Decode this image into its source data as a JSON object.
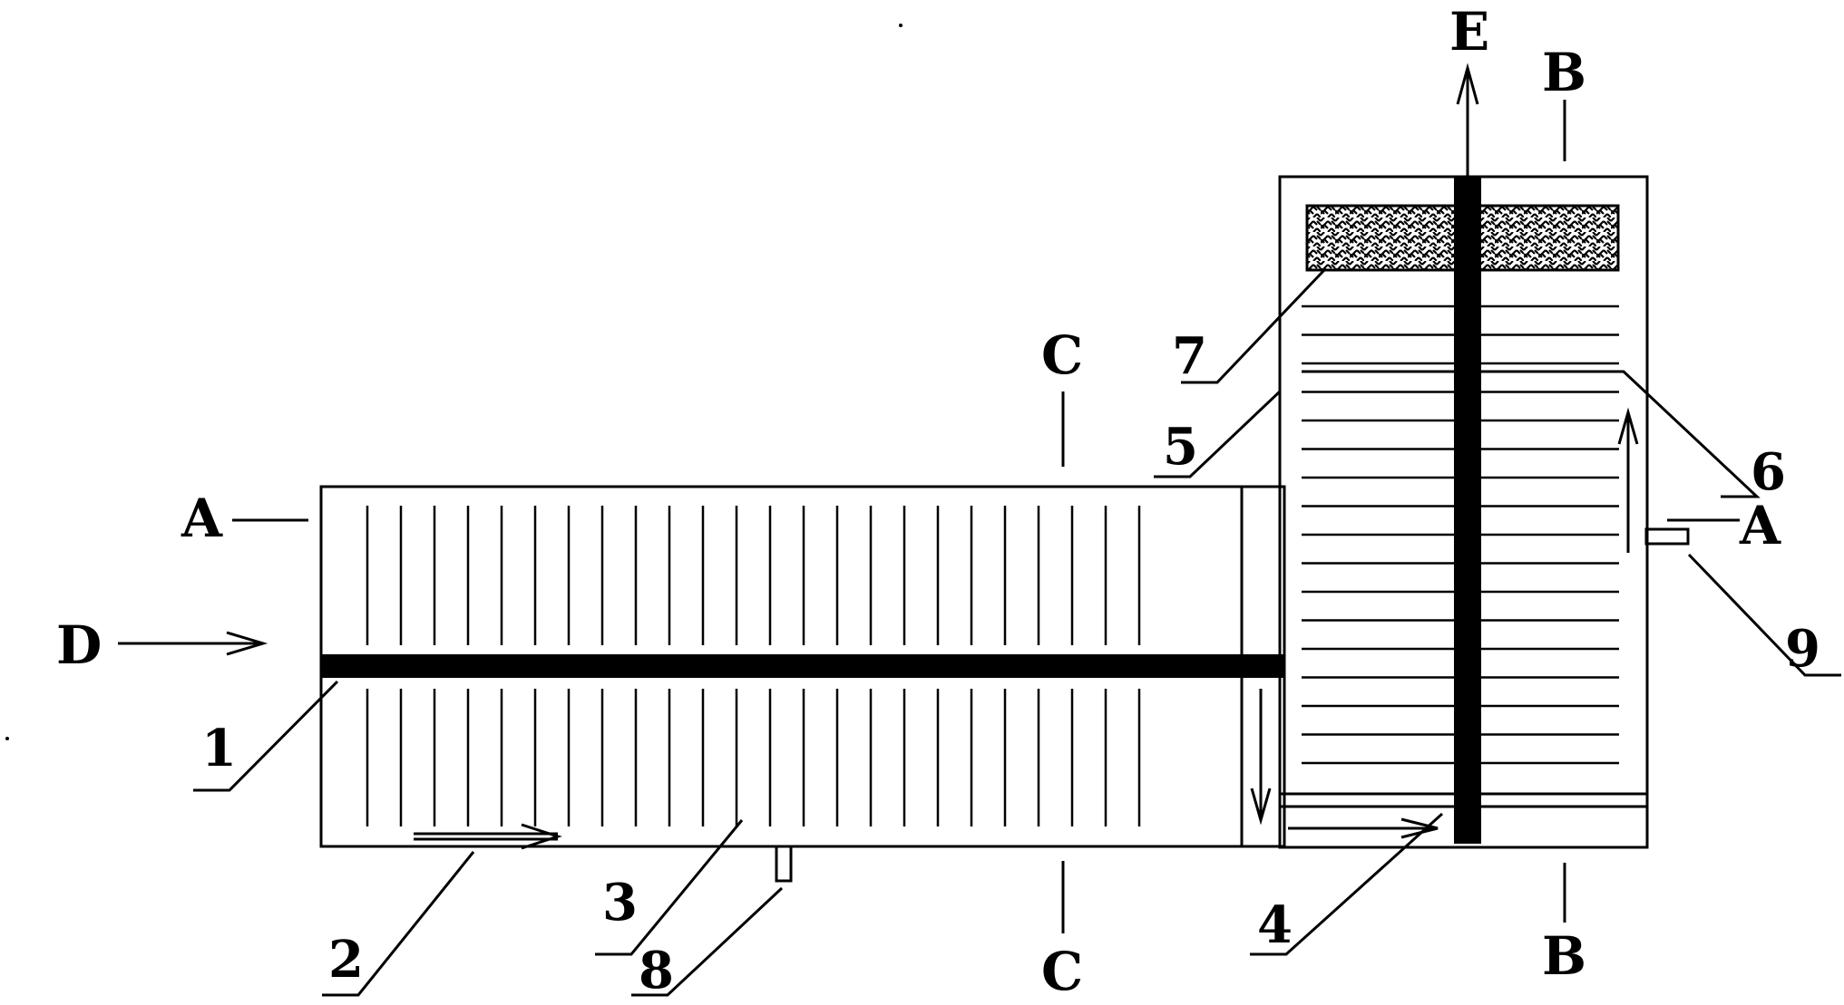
{
  "labels": {
    "A": "A",
    "B": "B",
    "C": "C",
    "D": "D",
    "E": "E",
    "n1": "1",
    "n2": "2",
    "n3": "3",
    "n4": "4",
    "n5": "5",
    "n6": "6",
    "n7": "7",
    "n8": "8",
    "n9": "9"
  },
  "colors": {
    "ink": "#000000",
    "paper": "#ffffff"
  },
  "patterns": {
    "filter_layer": "woven-crosshatch"
  }
}
